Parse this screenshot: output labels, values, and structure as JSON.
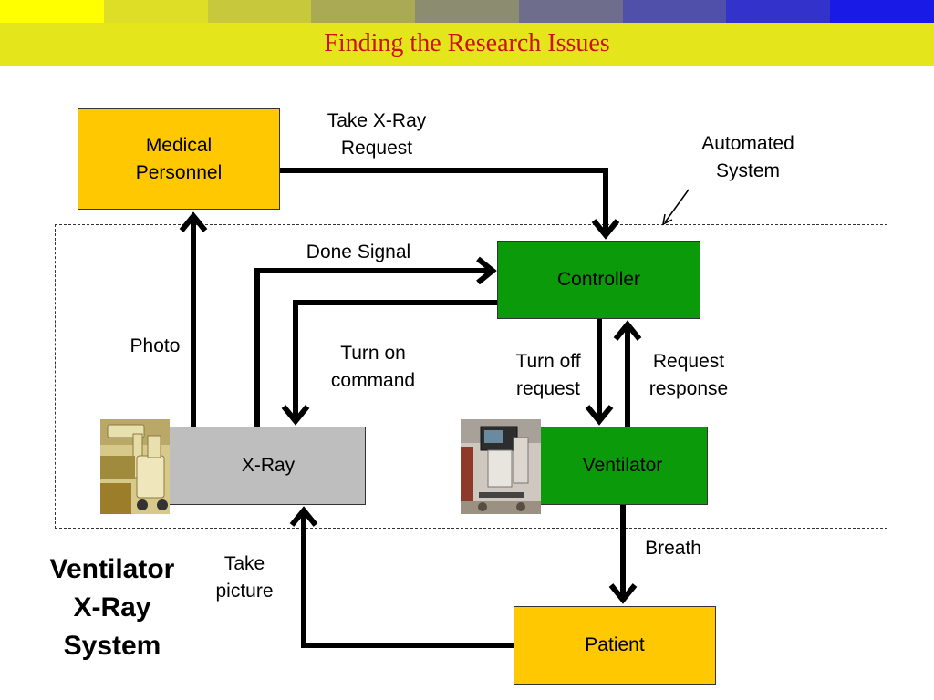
{
  "header": {
    "title": "Finding the Research Issues",
    "strip_colors": [
      "#ffff00",
      "#dede26",
      "#c8c83c",
      "#aaaa55",
      "#8c8c70",
      "#6e6e8c",
      "#5050aa",
      "#3333cc",
      "#1a1ae6"
    ]
  },
  "colors": {
    "title": "#cc1111",
    "title_bar": "#e5e51c",
    "yellow_box": "#ffc800",
    "green_box": "#0a9a0a",
    "gray_box": "#bebebe"
  },
  "nodes": {
    "medical_personnel": "Medical\nPersonnel",
    "controller": "Controller",
    "xray": "X-Ray",
    "ventilator": "Ventilator",
    "patient": "Patient"
  },
  "edge_labels": {
    "take_xray_request": "Take X-Ray\nRequest",
    "automated_system": "Automated\nSystem",
    "done_signal": "Done Signal",
    "photo": "Photo",
    "turn_on_command": "Turn on\ncommand",
    "turn_off_request": "Turn off\nrequest",
    "request_response": "Request\nresponse",
    "breath": "Breath",
    "take_picture": "Take\npicture"
  },
  "images": {
    "xray_machine": "x-ray-machine-photo",
    "ventilator_machine": "ventilator-machine-photo"
  },
  "diagram_title": "Ventilator\nX-Ray\nSystem"
}
